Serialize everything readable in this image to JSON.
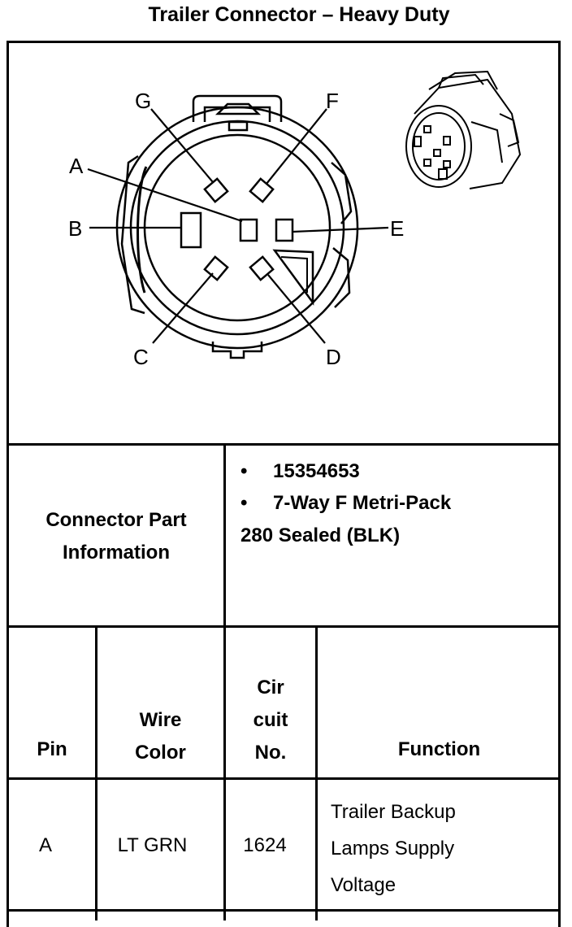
{
  "title": "Trailer Connector – Heavy Duty",
  "diagram": {
    "pin_labels": [
      "A",
      "B",
      "C",
      "D",
      "E",
      "F",
      "G"
    ]
  },
  "part_info": {
    "label_line1": "Connector Part",
    "label_line2": "Information",
    "bullets": [
      "15354653",
      "7-Way F Metri-Pack"
    ],
    "continuation": "280 Sealed (BLK)"
  },
  "table": {
    "headers": {
      "pin": "Pin",
      "wire_color": [
        "Wire",
        "Color"
      ],
      "circuit_no": [
        "Cir",
        "cuit",
        "No."
      ],
      "function": "Function"
    },
    "rows": [
      {
        "pin": "A",
        "wire_color": "LT GRN",
        "circuit": "1624",
        "function": [
          "Trailer Backup",
          "Lamps Supply",
          "Voltage"
        ]
      }
    ]
  }
}
